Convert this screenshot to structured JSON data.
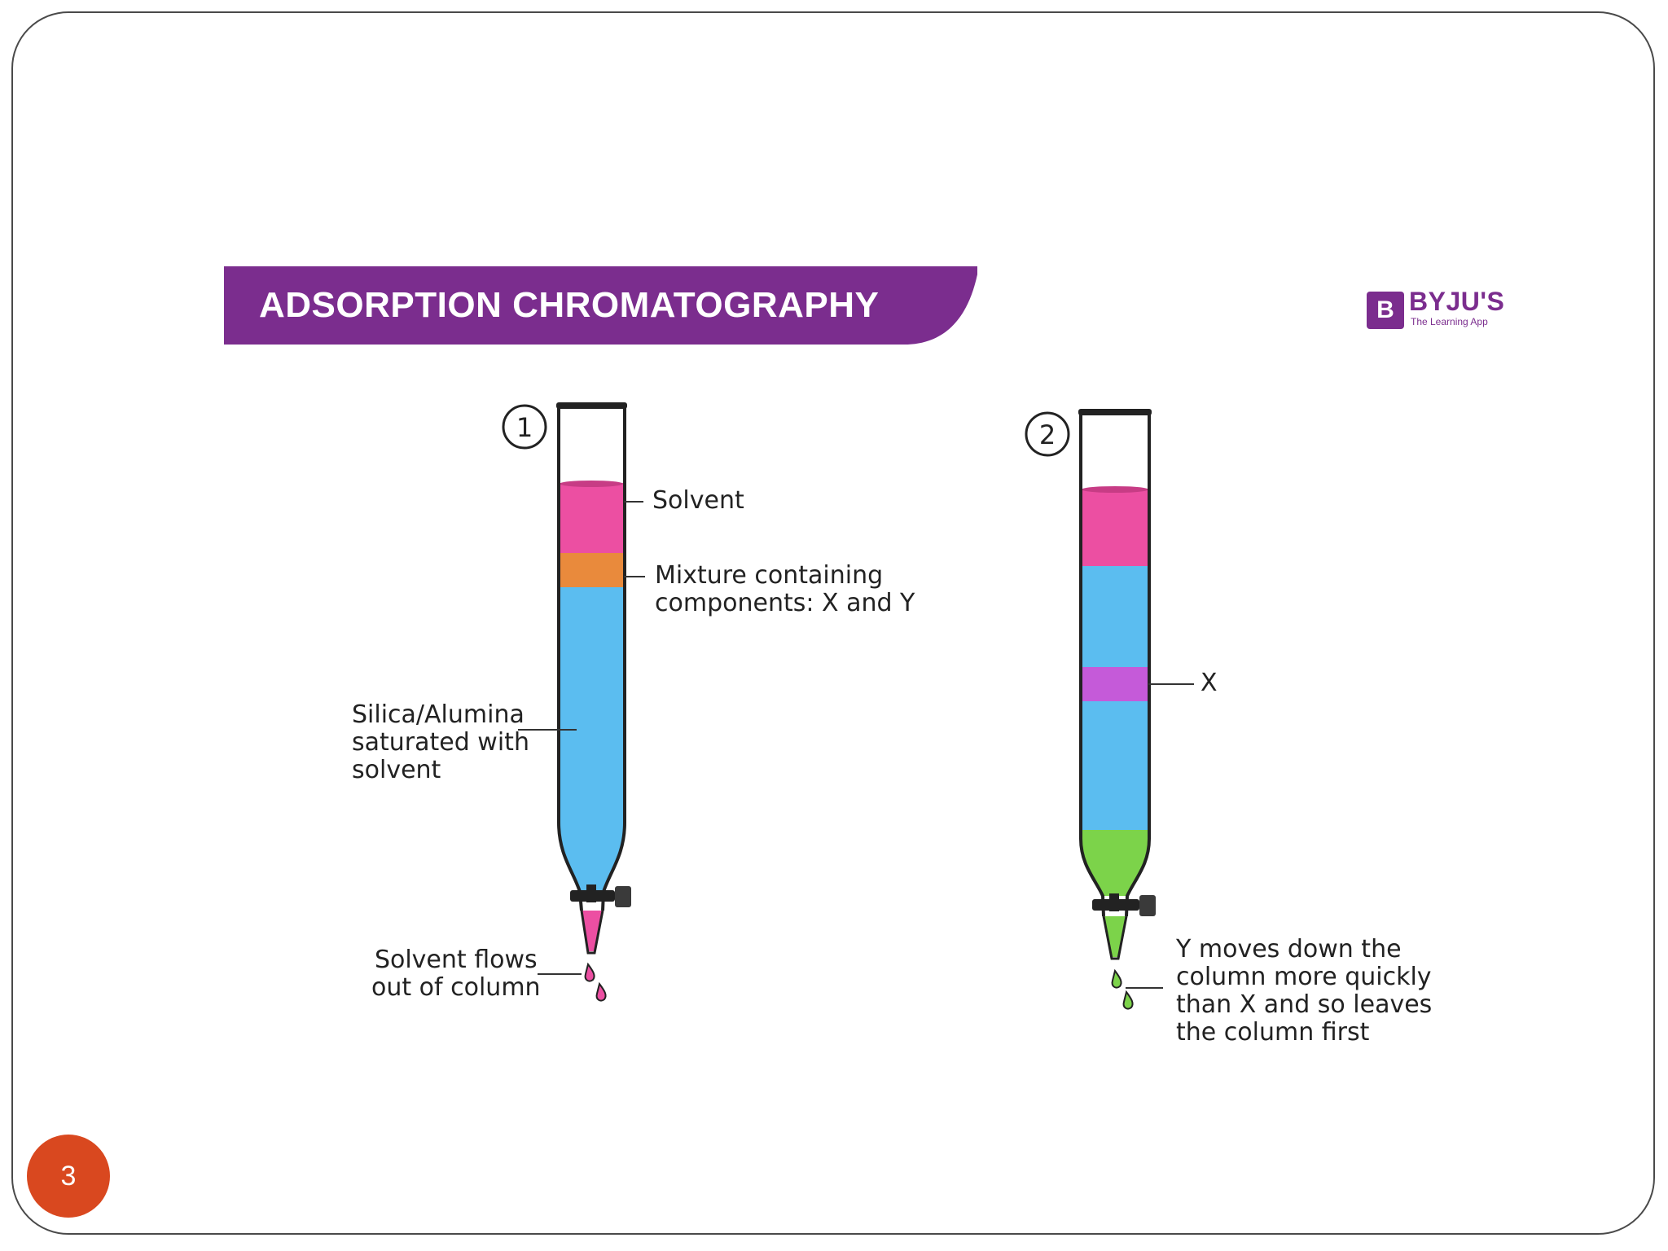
{
  "title": "ADSORPTION CHROMATOGRAPHY",
  "logo": {
    "name": "BYJU'S",
    "tagline": "The Learning App",
    "mark": "B"
  },
  "colors": {
    "banner": "#7b2d8e",
    "solvent": "#ec4fa2",
    "mixture": "#e98a3c",
    "silica": "#5bbdf0",
    "component_x": "#c55ad9",
    "component_y": "#7cd34a",
    "page_badge": "#d9481f"
  },
  "column1": {
    "step": "1",
    "labels": {
      "solvent": "Solvent",
      "mixture": "Mixture containing\ncomponents: X and Y",
      "silica": "Silica/Alumina\nsaturated with\nsolvent",
      "outflow": "Solvent flows\nout of column"
    }
  },
  "column2": {
    "step": "2",
    "labels": {
      "x": "X",
      "outflow": "Y moves down the\ncolumn more quickly\nthan X and so leaves\nthe column first"
    }
  },
  "page_number": "3"
}
